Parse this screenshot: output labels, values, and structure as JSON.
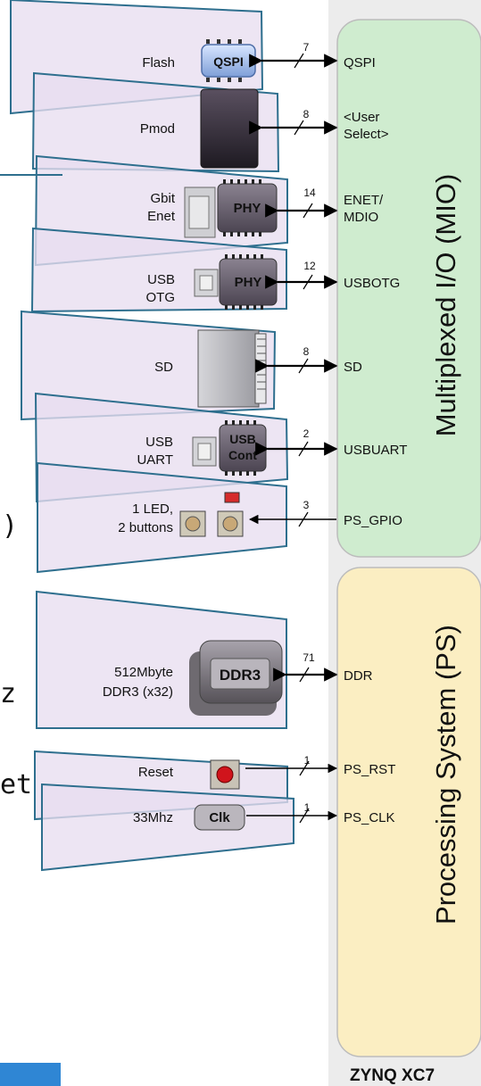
{
  "left_fragments": [
    ")",
    "z",
    "et"
  ],
  "mio": {
    "title": "Multiplexed I/O (MIO)",
    "color": "#cfeccf",
    "rows": [
      {
        "device": "Flash",
        "chip": "QSPI",
        "width": "7",
        "signal": "QSPI",
        "dir": "both"
      },
      {
        "device": "Pmod",
        "chip": "",
        "width": "8",
        "signal": "<User Select>",
        "dir": "both"
      },
      {
        "device": "Gbit Enet",
        "chip": "PHY",
        "width": "14",
        "signal": "ENET/ MDIO",
        "dir": "both"
      },
      {
        "device": "USB OTG",
        "chip": "PHY",
        "width": "12",
        "signal": "USBOTG",
        "dir": "both"
      },
      {
        "device": "SD",
        "chip": "",
        "width": "8",
        "signal": "SD",
        "dir": "both"
      },
      {
        "device": "USB UART",
        "chip": "USB Cont",
        "width": "2",
        "signal": "USBUART",
        "dir": "both"
      },
      {
        "device": "1 LED, 2 buttons",
        "chip": "",
        "width": "3",
        "signal": "PS_GPIO",
        "dir": "in"
      }
    ]
  },
  "ps": {
    "title": "Processing System (PS)",
    "color": "#fbeec2",
    "rows": [
      {
        "device": "512Mbyte DDR3 (x32)",
        "chip": "DDR3",
        "width": "71",
        "signal": "DDR",
        "dir": "both"
      },
      {
        "device": "Reset",
        "chip": "",
        "width": "1",
        "signal": "PS_RST",
        "dir": "out"
      },
      {
        "device": "33Mhz",
        "chip": "Clk",
        "width": "1",
        "signal": "PS_CLK",
        "dir": "out"
      }
    ]
  },
  "footer": {
    "chip_label": "ZYNQ XC7"
  },
  "colors": {
    "overlay_fill": "#e8def0",
    "overlay_stroke": "#2e6f8e",
    "accent_bar": "#2f86d4"
  }
}
